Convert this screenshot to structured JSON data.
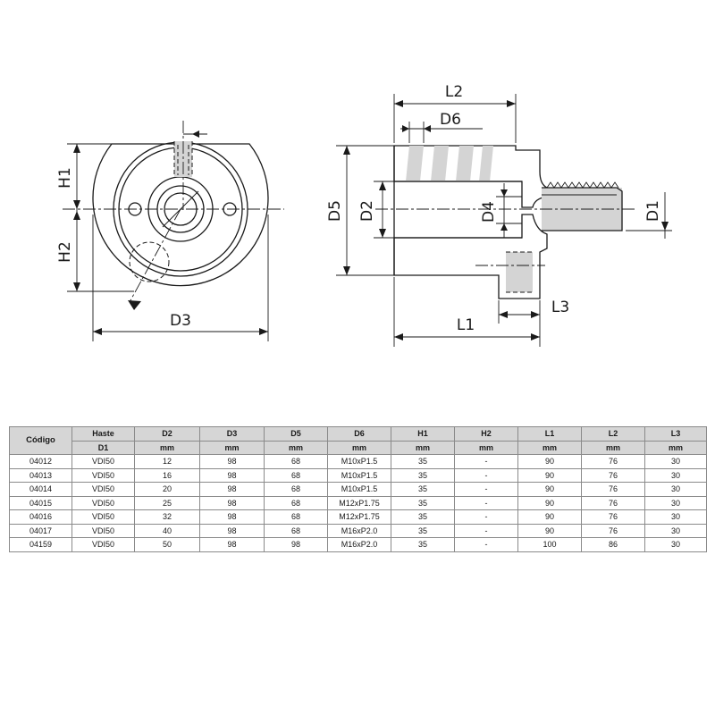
{
  "diagram": {
    "labels": {
      "H1": "H1",
      "H2": "H2",
      "D3": "D3",
      "L2": "L2",
      "D6": "D6",
      "D5": "D5",
      "D2": "D2",
      "D4": "D4",
      "D1": "D1",
      "L1": "L1",
      "L3": "L3"
    }
  },
  "table": {
    "codigo_header": "Código",
    "columns": [
      {
        "key": "haste",
        "top": "Haste",
        "bottom": "D1"
      },
      {
        "key": "d2",
        "top": "D2",
        "bottom": "mm"
      },
      {
        "key": "d3",
        "top": "D3",
        "bottom": "mm"
      },
      {
        "key": "d5",
        "top": "D5",
        "bottom": "mm"
      },
      {
        "key": "d6",
        "top": "D6",
        "bottom": "mm"
      },
      {
        "key": "h1",
        "top": "H1",
        "bottom": "mm"
      },
      {
        "key": "h2",
        "top": "H2",
        "bottom": "mm"
      },
      {
        "key": "l1",
        "top": "L1",
        "bottom": "mm"
      },
      {
        "key": "l2",
        "top": "L2",
        "bottom": "mm"
      },
      {
        "key": "l3",
        "top": "L3",
        "bottom": "mm"
      }
    ],
    "rows": [
      [
        "04012",
        "VDI50",
        "12",
        "98",
        "68",
        "M10xP1.5",
        "35",
        "-",
        "90",
        "76",
        "30"
      ],
      [
        "04013",
        "VDI50",
        "16",
        "98",
        "68",
        "M10xP1.5",
        "35",
        "-",
        "90",
        "76",
        "30"
      ],
      [
        "04014",
        "VDI50",
        "20",
        "98",
        "68",
        "M10xP1.5",
        "35",
        "-",
        "90",
        "76",
        "30"
      ],
      [
        "04015",
        "VDI50",
        "25",
        "98",
        "68",
        "M12xP1.75",
        "35",
        "-",
        "90",
        "76",
        "30"
      ],
      [
        "04016",
        "VDI50",
        "32",
        "98",
        "68",
        "M12xP1.75",
        "35",
        "-",
        "90",
        "76",
        "30"
      ],
      [
        "04017",
        "VDI50",
        "40",
        "98",
        "68",
        "M16xP2.0",
        "35",
        "-",
        "90",
        "76",
        "30"
      ],
      [
        "04159",
        "VDI50",
        "50",
        "98",
        "98",
        "M16xP2.0",
        "35",
        "-",
        "100",
        "86",
        "30"
      ]
    ]
  }
}
